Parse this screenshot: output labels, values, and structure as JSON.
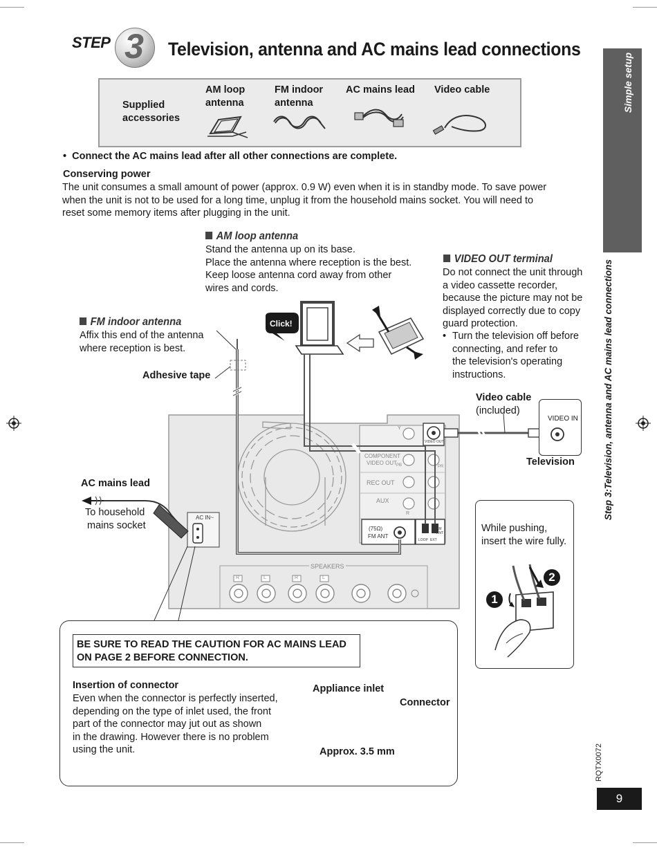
{
  "header": {
    "step_word": "STEP",
    "step_number": "3",
    "title": "Television, antenna and AC mains lead connections"
  },
  "side_tabs": {
    "section": "Simple setup",
    "step_label": "Step 3:Television, antenna and AC mains lead connections"
  },
  "accessories": {
    "heading": "Supplied accessories",
    "items": [
      {
        "label": "AM loop antenna",
        "icon": "am-loop-antenna-icon"
      },
      {
        "label": "FM indoor antenna",
        "icon": "fm-antenna-cord-icon"
      },
      {
        "label": "AC mains lead",
        "icon": "ac-mains-lead-icon"
      },
      {
        "label": "Video cable",
        "icon": "video-cable-icon"
      }
    ]
  },
  "notice": "Connect the AC mains lead after all other connections are complete.",
  "conserving": {
    "heading": "Conserving power",
    "lines": [
      "The unit consumes a small amount of power (approx. 0.9 W) even when it is in standby mode. To save power",
      "when the unit is not to be used for a long time, unplug it from the household mains socket. You will need to",
      "reset some memory items after plugging in the unit."
    ]
  },
  "am_loop": {
    "heading": "AM loop antenna",
    "lines": [
      "Stand the antenna up on its base.",
      "Place the antenna where reception is the best.",
      "Keep loose antenna cord away from other",
      "wires and cords."
    ],
    "click": "Click!"
  },
  "video_out": {
    "heading": "VIDEO OUT terminal",
    "lines": [
      "Do not connect the unit through",
      "a video cassette recorder,",
      "because the picture may not be",
      "displayed correctly due to copy",
      "guard protection."
    ],
    "bullet_lines": [
      "Turn the television off before",
      "connecting, and refer to",
      "the television's operating",
      "instructions."
    ]
  },
  "fm_indoor": {
    "heading": "FM indoor antenna",
    "lines": [
      "Affix this end of the antenna",
      "where reception is best."
    ],
    "tape": "Adhesive tape"
  },
  "video_cable": {
    "line1": "Video cable",
    "line2": "(included)"
  },
  "television": {
    "label": "Television",
    "port": "VIDEO IN"
  },
  "ac_mains": {
    "heading": "AC mains lead",
    "line1": "To household",
    "line2": "mains socket",
    "inlet": "AC IN~"
  },
  "panel_labels": {
    "y": "Y",
    "video_out": "VIDEO OUT",
    "component1": "COMPONENT",
    "component2": "VIDEO OUT",
    "pb": "PB",
    "pr": "PR",
    "rec_out": "REC OUT",
    "aux": "AUX",
    "r": "R",
    "ohm": "(75Ω)",
    "fm_ant": "FM ANT",
    "am_ant1": "AM",
    "am_ant2": "ANT",
    "loop": "LOOP",
    "ext": "EXT",
    "speakers": "SPEAKERS",
    "spk_r": "R",
    "spk_l": "L"
  },
  "push": {
    "line1": "While pushing,",
    "line2": "insert the wire fully.",
    "n1": "1",
    "n2": "2"
  },
  "caution": {
    "box_line1": "BE SURE TO READ THE CAUTION FOR AC MAINS LEAD",
    "box_line2": "ON PAGE 2 BEFORE CONNECTION.",
    "heading": "Insertion of connector",
    "lines": [
      "Even when the connector is perfectly inserted,",
      "depending on the type of inlet used, the front",
      "part of the connector may jut out as shown",
      "in the drawing. However there is no problem",
      "using the unit."
    ],
    "appliance_inlet": "Appliance inlet",
    "connector": "Connector",
    "approx": "Approx. 3.5 mm"
  },
  "footer": {
    "doc_code": "RQTX0072",
    "page_number": "9"
  }
}
